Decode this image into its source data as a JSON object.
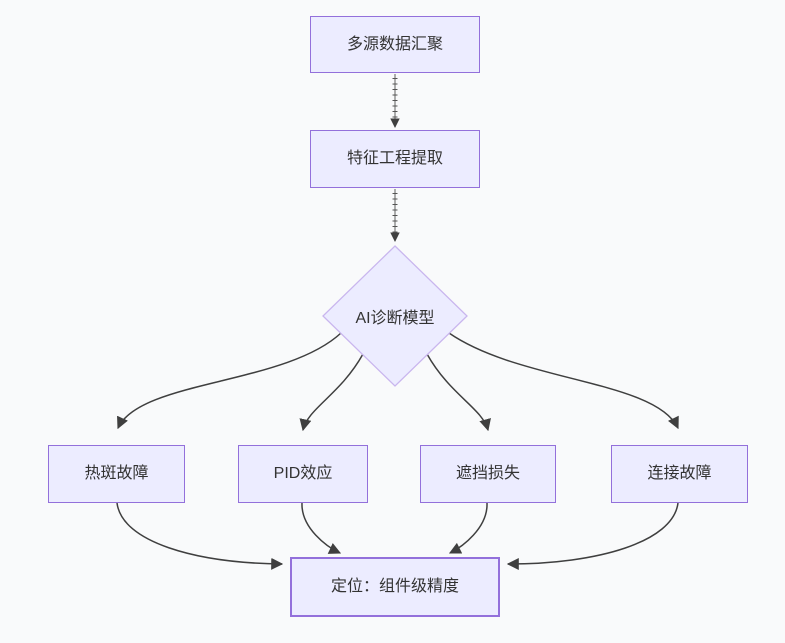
{
  "diagram": {
    "type": "flowchart",
    "direction": "top-down",
    "nodes": {
      "source": {
        "label": "多源数据汇聚",
        "shape": "rect"
      },
      "feature": {
        "label": "特征工程提取",
        "shape": "rect"
      },
      "model": {
        "label": "AI诊断模型",
        "shape": "diamond"
      },
      "hotspot": {
        "label": "热斑故障",
        "shape": "rect"
      },
      "pid": {
        "label": "PID效应",
        "shape": "rect"
      },
      "shading": {
        "label": "遮挡损失",
        "shape": "rect"
      },
      "connection": {
        "label": "连接故障",
        "shape": "rect"
      },
      "result": {
        "label": "定位：组件级精度",
        "shape": "rect"
      }
    },
    "edges": [
      {
        "from": "source",
        "to": "feature",
        "style": "dotted-tick"
      },
      {
        "from": "feature",
        "to": "model",
        "style": "dotted-tick"
      },
      {
        "from": "model",
        "to": "hotspot",
        "style": "solid"
      },
      {
        "from": "model",
        "to": "pid",
        "style": "solid"
      },
      {
        "from": "model",
        "to": "shading",
        "style": "solid"
      },
      {
        "from": "model",
        "to": "connection",
        "style": "solid"
      },
      {
        "from": "hotspot",
        "to": "result",
        "style": "solid"
      },
      {
        "from": "pid",
        "to": "result",
        "style": "solid"
      },
      {
        "from": "shading",
        "to": "result",
        "style": "solid"
      },
      {
        "from": "connection",
        "to": "result",
        "style": "solid"
      }
    ]
  },
  "colors": {
    "background": "#f9fafb",
    "node_fill": "#ececff",
    "node_border": "#9370db",
    "diamond_border": "#c9b6ee",
    "edge": "#3f3f3f",
    "text": "#333333"
  }
}
